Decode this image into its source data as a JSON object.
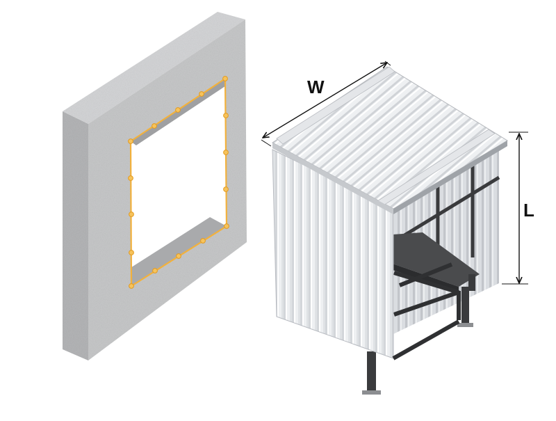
{
  "diagram": {
    "dimension_labels": {
      "width": "W",
      "length": "L"
    },
    "colors": {
      "background": "#ffffff",
      "concrete_front": "#c7c8c9",
      "concrete_side": "#b4b5b7",
      "concrete_top": "#d7d8d9",
      "opening_outline": "#f2b13c",
      "anchor_point": "#f6c35c",
      "sheet_light": "#f1f2f4",
      "sheet_shade": "#c9cbcf",
      "frame_dark": "#3a3b3d",
      "dimension_line": "#111111"
    },
    "icons": [
      "concrete-wall-with-opening",
      "corrugated-metal-canopy",
      "width-dimension",
      "length-dimension"
    ]
  }
}
